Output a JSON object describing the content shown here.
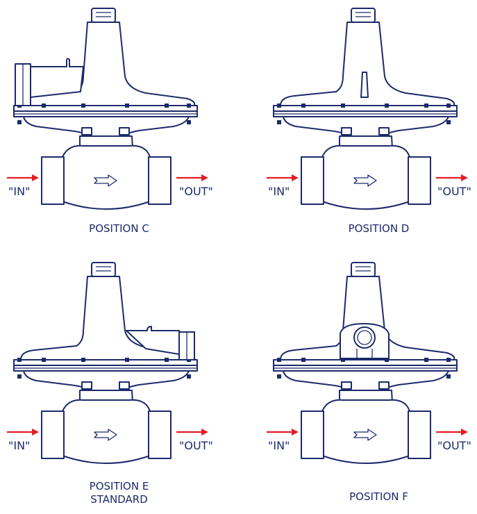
{
  "panels": [
    {
      "id": "c",
      "caption_lines": [
        "POSITION C"
      ],
      "in_label": "\"IN\"",
      "out_label": "\"OUT\"",
      "housing_side": "left"
    },
    {
      "id": "d",
      "caption_lines": [
        "POSITION D"
      ],
      "in_label": "\"IN\"",
      "out_label": "\"OUT\"",
      "housing_side": "front-rib"
    },
    {
      "id": "e",
      "caption_lines": [
        "POSITION E",
        "STANDARD"
      ],
      "in_label": "\"IN\"",
      "out_label": "\"OUT\"",
      "housing_side": "right"
    },
    {
      "id": "f",
      "caption_lines": [
        "POSITION F"
      ],
      "in_label": "\"IN\"",
      "out_label": "\"OUT\"",
      "housing_side": "front"
    }
  ],
  "colors": {
    "line": "#1c2a6b",
    "flow_arrow": "#e31e24"
  }
}
